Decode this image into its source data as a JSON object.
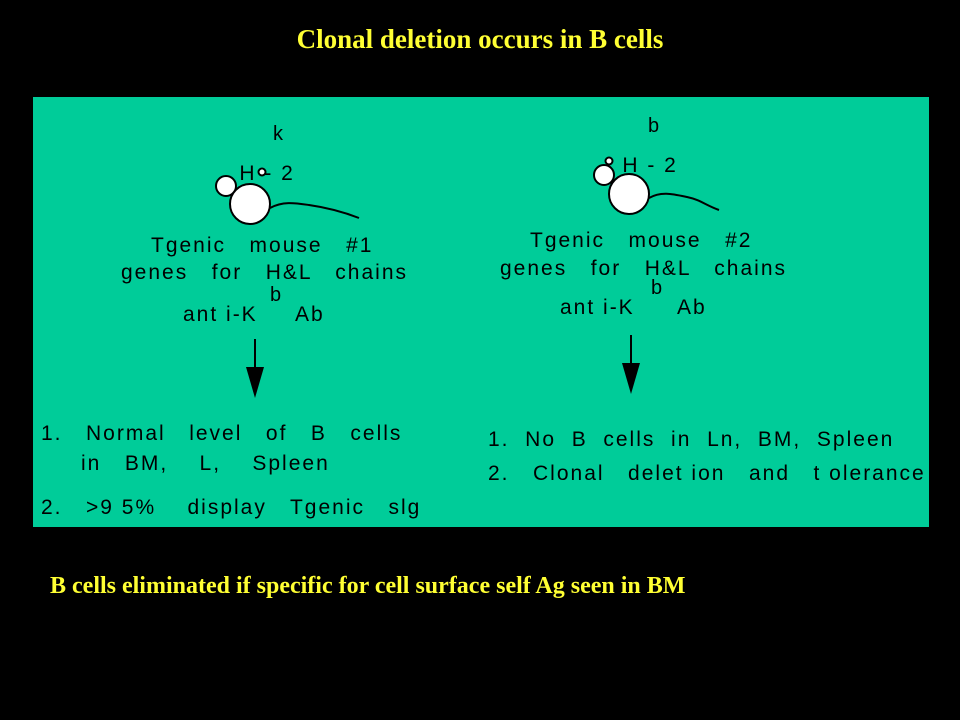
{
  "title": "Clonal deletion occurs in B cells",
  "footer": "B cells eliminated if specific for cell surface self Ag seen in BM",
  "left": {
    "haplotype": "H - 2",
    "haplotype_sup": "k",
    "mouse": "Tgenic   mouse   #1",
    "genes": "genes   for   H&L   chains",
    "antibody_pre": "ant i-K",
    "antibody_sup": "b",
    "antibody_post": "Ab",
    "result1_line1": "1.   Normal   level   of   B   cells",
    "result1_line2": "in   BM,    L,    Spleen",
    "result2": "2.   >9 5%    display   Tgenic   slg"
  },
  "right": {
    "haplotype": "H - 2",
    "haplotype_sup": "b",
    "mouse": "Tgenic   mouse   #2",
    "genes": "genes   for   H&L   chains",
    "antibody_pre": "ant i-K",
    "antibody_sup": "b",
    "antibody_post": "Ab",
    "result1": "1.  No  B  cells  in  Ln,  BM,  Spleen",
    "result2": "2.   Clonal   delet ion   and   t olerance"
  },
  "colors": {
    "background": "#000000",
    "panel": "#00cc99",
    "title_text": "#ffff33",
    "diagram_ink": "#000000",
    "cell_fill": "#ffffff"
  }
}
